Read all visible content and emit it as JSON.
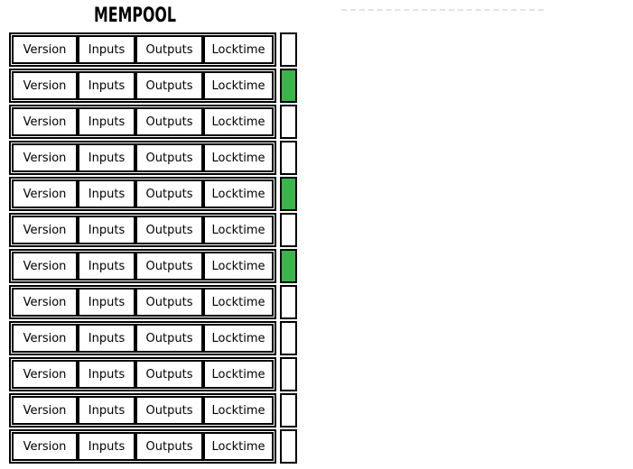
{
  "title": "MEMPOOL",
  "transaction_fields": [
    "Version",
    "Inputs",
    "Outputs",
    "Locktime"
  ],
  "rows": [
    {
      "indicator": "white"
    },
    {
      "indicator": "green"
    },
    {
      "indicator": "white"
    },
    {
      "indicator": "white"
    },
    {
      "indicator": "green"
    },
    {
      "indicator": "white"
    },
    {
      "indicator": "green"
    },
    {
      "indicator": "white"
    },
    {
      "indicator": "white"
    },
    {
      "indicator": "white"
    },
    {
      "indicator": "white"
    },
    {
      "indicator": "white"
    }
  ],
  "colors": {
    "indicator_green": "#3ab54a",
    "indicator_white": "#ffffff",
    "box_border": "#000000",
    "divider_gray": "#e2e2e2"
  }
}
